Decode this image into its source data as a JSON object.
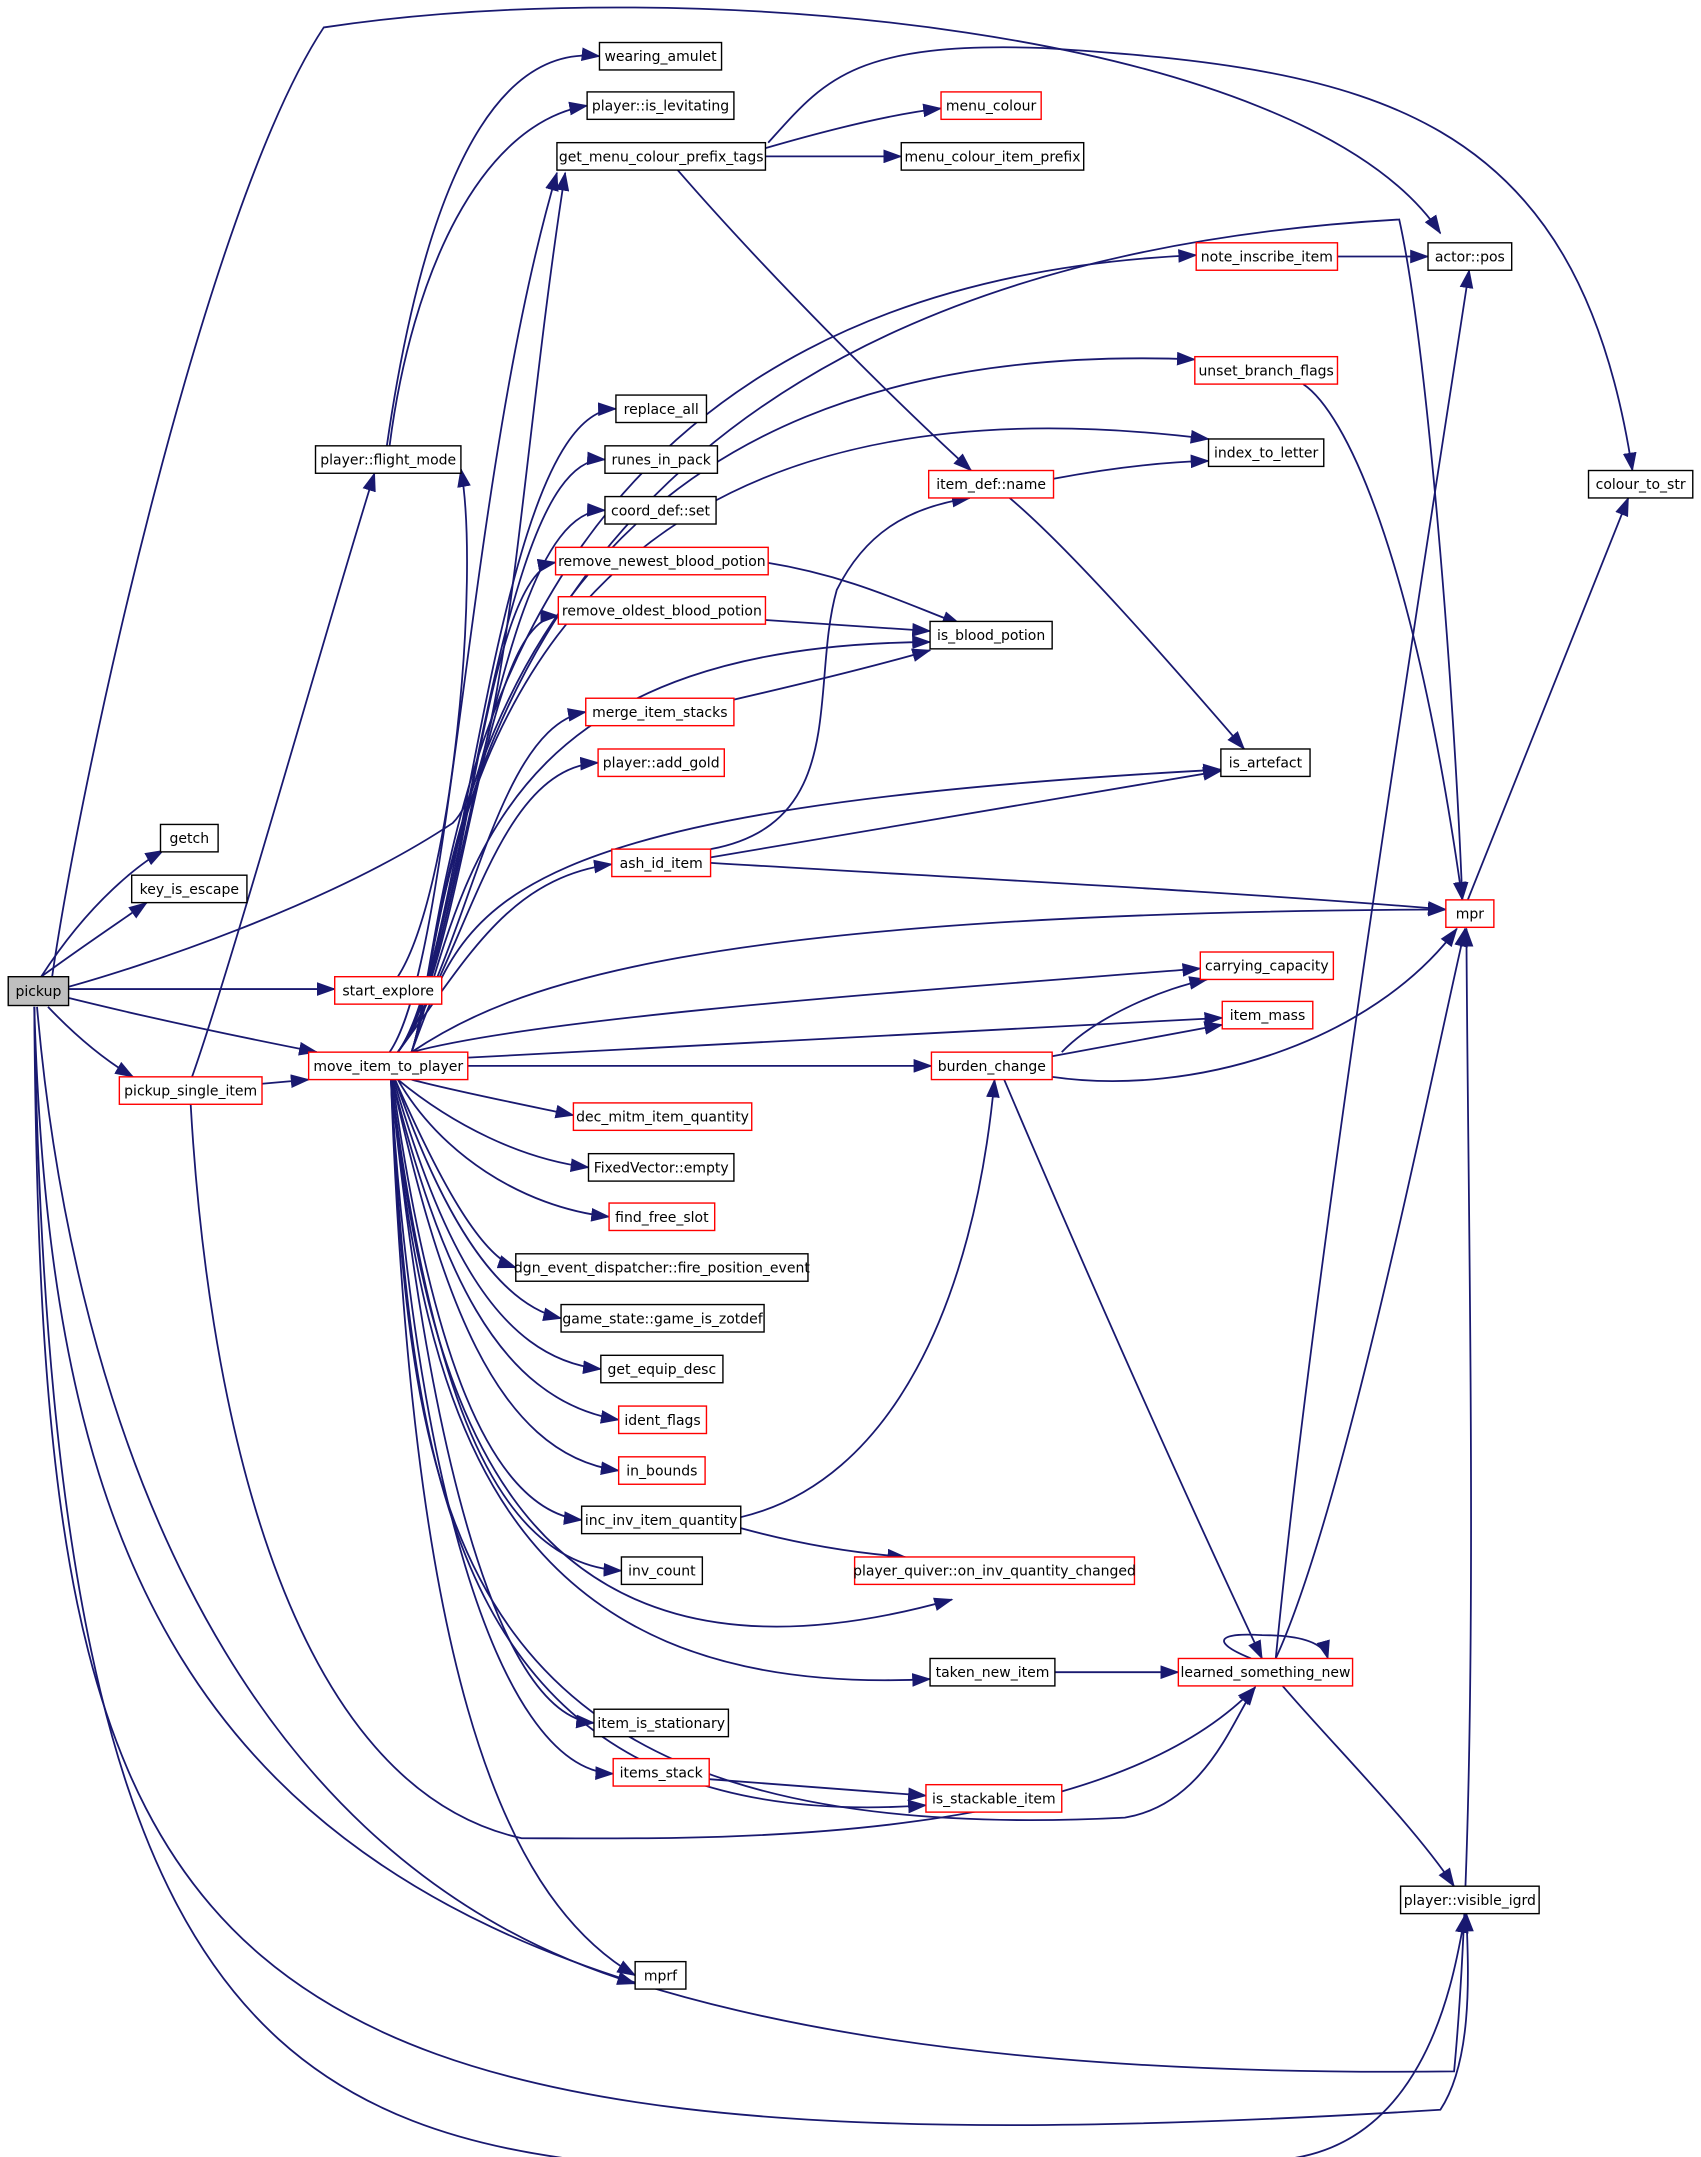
{
  "graph": {
    "colors": {
      "edge": "#191970",
      "plain_border": "#000000",
      "linked_border": "#ff0000",
      "root_fill": "#bfbfbf"
    },
    "nodes": [
      {
        "id": "pickup",
        "label": "pickup",
        "style": "root"
      },
      {
        "id": "wearing_amulet",
        "label": "wearing_amulet",
        "style": "black"
      },
      {
        "id": "is_levitating",
        "label": "player::is_levitating",
        "style": "black"
      },
      {
        "id": "gmcpt",
        "label": "get_menu_colour_prefix_tags",
        "style": "black"
      },
      {
        "id": "menu_colour",
        "label": "menu_colour",
        "style": "red"
      },
      {
        "id": "menu_colour_item_prefix",
        "label": "menu_colour_item_prefix",
        "style": "black"
      },
      {
        "id": "note_inscribe_item",
        "label": "note_inscribe_item",
        "style": "red"
      },
      {
        "id": "actor_pos",
        "label": "actor::pos",
        "style": "black"
      },
      {
        "id": "unset_branch_flags",
        "label": "unset_branch_flags",
        "style": "red"
      },
      {
        "id": "index_to_letter",
        "label": "index_to_letter",
        "style": "black"
      },
      {
        "id": "colour_to_str",
        "label": "colour_to_str",
        "style": "black"
      },
      {
        "id": "flight_mode",
        "label": "player::flight_mode",
        "style": "black"
      },
      {
        "id": "replace_all",
        "label": "replace_all",
        "style": "black"
      },
      {
        "id": "runes_in_pack",
        "label": "runes_in_pack",
        "style": "black"
      },
      {
        "id": "coord_def_set",
        "label": "coord_def::set",
        "style": "black"
      },
      {
        "id": "item_def_name",
        "label": "item_def::name",
        "style": "red"
      },
      {
        "id": "rnbp",
        "label": "remove_newest_blood_potion",
        "style": "red"
      },
      {
        "id": "robp",
        "label": "remove_oldest_blood_potion",
        "style": "red"
      },
      {
        "id": "is_blood_potion",
        "label": "is_blood_potion",
        "style": "black"
      },
      {
        "id": "merge_item_stacks",
        "label": "merge_item_stacks",
        "style": "red"
      },
      {
        "id": "add_gold",
        "label": "player::add_gold",
        "style": "red"
      },
      {
        "id": "is_artefact",
        "label": "is_artefact",
        "style": "black"
      },
      {
        "id": "getch",
        "label": "getch",
        "style": "black"
      },
      {
        "id": "ash_id_item",
        "label": "ash_id_item",
        "style": "red"
      },
      {
        "id": "key_is_escape",
        "label": "key_is_escape",
        "style": "black"
      },
      {
        "id": "mpr",
        "label": "mpr",
        "style": "red"
      },
      {
        "id": "carrying_capacity",
        "label": "carrying_capacity",
        "style": "red"
      },
      {
        "id": "start_explore",
        "label": "start_explore",
        "style": "red"
      },
      {
        "id": "item_mass",
        "label": "item_mass",
        "style": "red"
      },
      {
        "id": "move_item_to_player",
        "label": "move_item_to_player",
        "style": "red"
      },
      {
        "id": "burden_change",
        "label": "burden_change",
        "style": "red"
      },
      {
        "id": "pickup_single_item",
        "label": "pickup_single_item",
        "style": "red"
      },
      {
        "id": "dec_mitm",
        "label": "dec_mitm_item_quantity",
        "style": "red"
      },
      {
        "id": "fv_empty",
        "label": "FixedVector::empty",
        "style": "black"
      },
      {
        "id": "find_free_slot",
        "label": "find_free_slot",
        "style": "red"
      },
      {
        "id": "dgn_fire",
        "label": "dgn_event_dispatcher::fire_position_event",
        "style": "black"
      },
      {
        "id": "zotdef",
        "label": "game_state::game_is_zotdef",
        "style": "black"
      },
      {
        "id": "get_equip_desc",
        "label": "get_equip_desc",
        "style": "black"
      },
      {
        "id": "ident_flags",
        "label": "ident_flags",
        "style": "red"
      },
      {
        "id": "in_bounds",
        "label": "in_bounds",
        "style": "red"
      },
      {
        "id": "inc_inv",
        "label": "inc_inv_item_quantity",
        "style": "black"
      },
      {
        "id": "quiver_changed",
        "label": "player_quiver::on_inv_quantity_changed",
        "style": "red"
      },
      {
        "id": "inv_count",
        "label": "inv_count",
        "style": "black"
      },
      {
        "id": "taken_new_item",
        "label": "taken_new_item",
        "style": "black"
      },
      {
        "id": "learned",
        "label": "learned_something_new",
        "style": "red"
      },
      {
        "id": "item_is_stationary",
        "label": "item_is_stationary",
        "style": "black"
      },
      {
        "id": "items_stack",
        "label": "items_stack",
        "style": "red"
      },
      {
        "id": "is_stackable_item",
        "label": "is_stackable_item",
        "style": "red"
      },
      {
        "id": "visible_igrd",
        "label": "player::visible_igrd",
        "style": "black"
      },
      {
        "id": "mprf",
        "label": "mprf",
        "style": "black"
      }
    ]
  }
}
